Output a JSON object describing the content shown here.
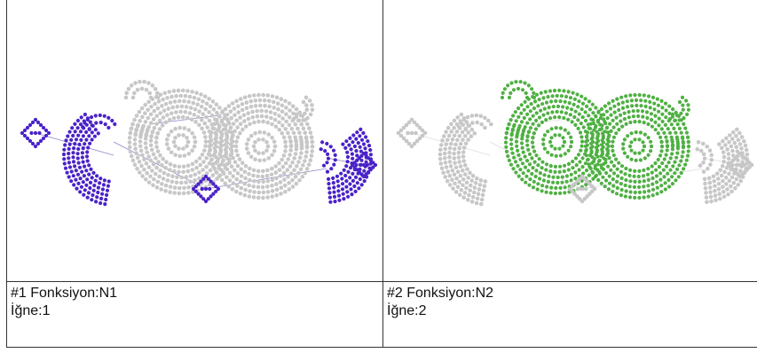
{
  "panels": [
    {
      "function_label": "#1 Fonksiyon:N1",
      "needle_label": "İğne:1",
      "active_color": "#4a22c8",
      "active_group": "outer"
    },
    {
      "function_label": "#2 Fonksiyon:N2",
      "needle_label": "İğne:2",
      "active_color": "#4fb043",
      "active_group": "center"
    }
  ],
  "colors": {
    "inactive": "#c7c7c7",
    "link": "#8a86c8",
    "link_inactive": "#dddddd",
    "border": "#333333"
  }
}
